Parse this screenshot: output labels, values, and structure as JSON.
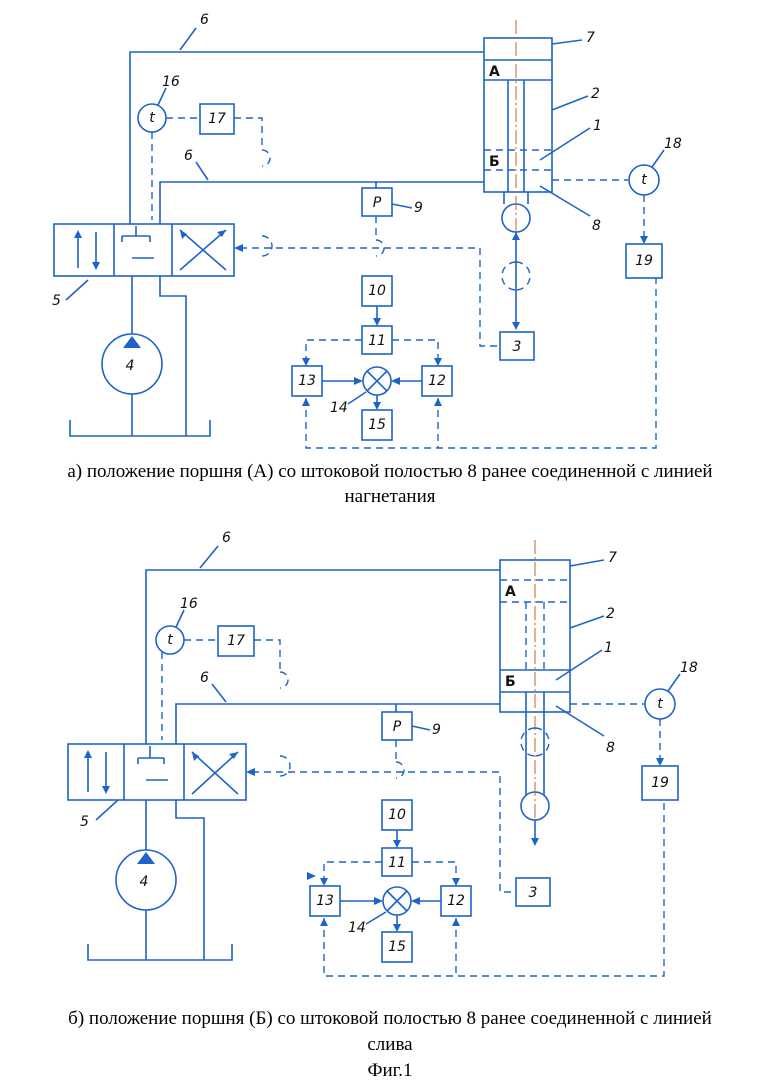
{
  "panel_a": {
    "caption_line1": "а) положение поршня (А) со штоковой полостью 8 ранее соединенной с линией",
    "caption_line2": "нагнетания",
    "chamber_top_label": "А",
    "chamber_bottom_label": "Б"
  },
  "panel_b": {
    "caption_line1": "б) положение поршня (Б) со штоковой полостью 8 ранее соединенной с линией",
    "caption_line2": "слива",
    "chamber_top_label": "А",
    "chamber_bottom_label": "Б"
  },
  "figure_title": "Фиг.1",
  "labels": {
    "piston": "1",
    "cylinder": "2",
    "limit_sensor": "3",
    "pump": "4",
    "valve": "5",
    "line": "6",
    "cavity_top": "7",
    "rod_cavity": "8",
    "pressure": "9",
    "block10": "10",
    "block11": "11",
    "block12": "12",
    "block13": "13",
    "block14": "14",
    "block15": "15",
    "temp_sensor_left": "16",
    "block17": "17",
    "temp_sensor_right": "18",
    "block19": "19",
    "pressure_symbol": "P",
    "temp_symbol": "t"
  },
  "colors": {
    "lines": "#1e63c8",
    "axis": "#c8641e",
    "text": "#111111"
  }
}
